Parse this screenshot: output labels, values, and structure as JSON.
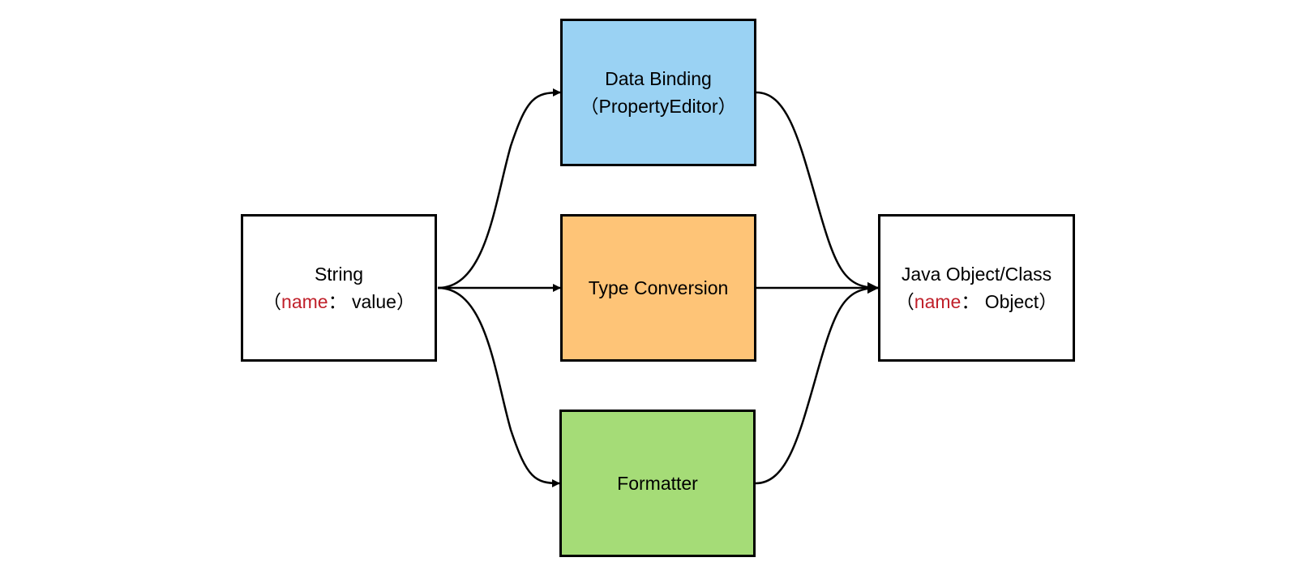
{
  "colors": {
    "data_binding_fill": "#9ad2f3",
    "type_conversion_fill": "#fec477",
    "formatter_fill": "#a5dc77",
    "highlight_text": "#c0202a",
    "edge_stroke": "#000000"
  },
  "nodes": {
    "source": {
      "line1": "String",
      "open": "（",
      "key": "name",
      "rest": "： value）"
    },
    "data_binding": {
      "line1": "Data Binding",
      "line2": "（PropertyEditor）"
    },
    "type_conversion": {
      "line1": "Type Conversion"
    },
    "formatter": {
      "line1": "Formatter"
    },
    "target": {
      "line1": "Java Object/Class",
      "open": "（",
      "key": "name",
      "rest": "： Object）"
    }
  },
  "edges": [
    {
      "from": "String",
      "to": "Data Binding"
    },
    {
      "from": "String",
      "to": "Type Conversion"
    },
    {
      "from": "String",
      "to": "Formatter"
    },
    {
      "from": "Data Binding",
      "to": "Java Object/Class"
    },
    {
      "from": "Type Conversion",
      "to": "Java Object/Class"
    },
    {
      "from": "Formatter",
      "to": "Java Object/Class"
    }
  ]
}
